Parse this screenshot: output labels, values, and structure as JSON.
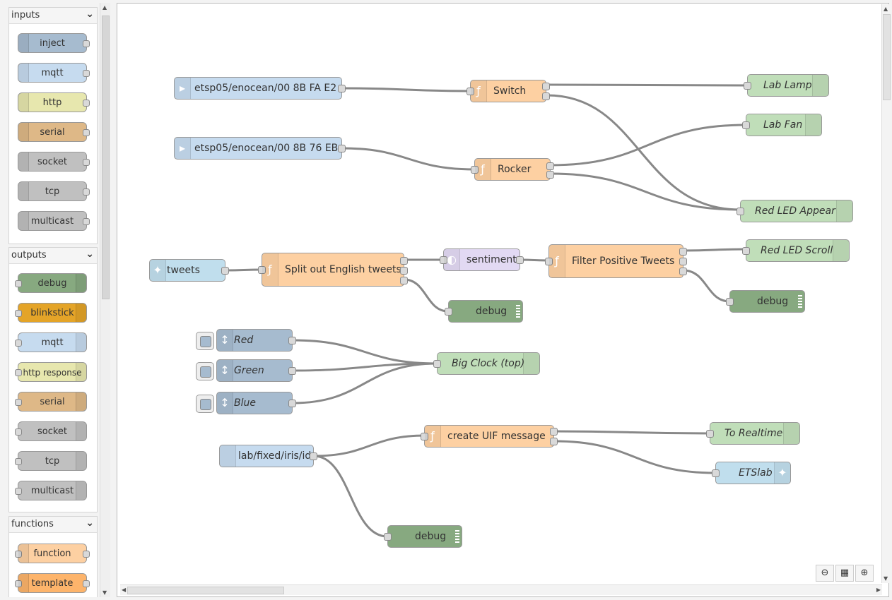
{
  "palette": {
    "categories": [
      {
        "label": "inputs",
        "nodes": [
          "inject",
          "mqtt",
          "http",
          "serial",
          "socket",
          "tcp",
          "multicast"
        ]
      },
      {
        "label": "outputs",
        "nodes": [
          "debug",
          "blinkstick",
          "mqtt",
          "http response",
          "serial",
          "socket",
          "tcp",
          "multicast"
        ]
      },
      {
        "label": "functions",
        "nodes": [
          "function",
          "template"
        ]
      }
    ]
  },
  "flow": {
    "nodes": {
      "n1": "etsp05/enocean/00 8B FA E2",
      "n2": "Switch",
      "n3": "Lab Lamp",
      "n4": "etsp05/enocean/00 8B 76 EB",
      "n5": "Rocker",
      "n6": "Lab Fan",
      "n7": "Red LED Appear",
      "n8": "tweets",
      "n9": "Split out English tweets",
      "n10": "sentiment",
      "n11": "Filter Positive Tweets",
      "n12": "Red LED Scroll",
      "n13": "debug",
      "n14": "debug",
      "n15": "Red",
      "n16": "Green",
      "n17": "Blue",
      "n18": "Big Clock (top)",
      "n19": "lab/fixed/iris/id",
      "n20": "create UIF message",
      "n21": "To Realtime",
      "n22": "ETSlab",
      "n23": "debug"
    }
  },
  "colors": {
    "mqtt": "#c6dbef",
    "function": "#fdd0a2",
    "ui": "#c0deb9",
    "debug": "#87a980",
    "inject": "#a6bbcf",
    "sentiment": "#e2d9f3",
    "twitter": "#c0deed",
    "http": "#e7e7ae",
    "serial": "#deb887",
    "socket": "#c0c0c0",
    "blinkstick": "#e4a428"
  }
}
